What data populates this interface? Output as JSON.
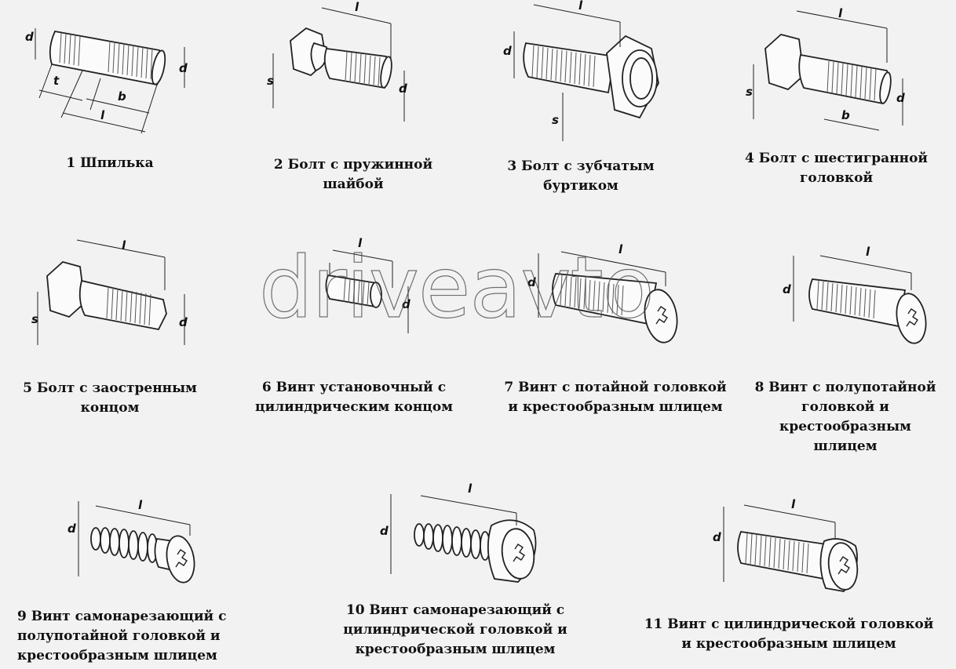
{
  "watermark": "driveavto",
  "dims": {
    "d": "d",
    "l": "l",
    "b": "b",
    "s": "s",
    "t": "t"
  },
  "items": [
    {
      "n": "1",
      "caption": "1  Шпилька"
    },
    {
      "n": "2",
      "caption": "2  Болт с пружинной\nшайбой"
    },
    {
      "n": "3",
      "caption": "3  Болт с зубчатым\nбуртиком"
    },
    {
      "n": "4",
      "caption": "4  Болт с шестигранной\nголовкой"
    },
    {
      "n": "5",
      "caption": "5  Болт с заостренным\nконцом"
    },
    {
      "n": "6",
      "caption": "6   Винт установочный с\nцилиндрическим концом"
    },
    {
      "n": "7",
      "caption": "7  Винт с потайной головкой\nи крестообразным шлицем"
    },
    {
      "n": "8",
      "caption": "8  Винт с   полупотайной\nголовкой и крестообразным\nшлицем"
    },
    {
      "n": "9",
      "caption": "9  Винт самонарезающий с\nполупотайной  головкой и\nкрестообразным шлицем"
    },
    {
      "n": "10",
      "caption": "10  Винт самонарезающий с\nцилиндрической головкой и\nкрестообразным шлицем"
    },
    {
      "n": "11",
      "caption": "11  Винт с цилиндрической головкой\nи крестообразным шлицем"
    }
  ]
}
